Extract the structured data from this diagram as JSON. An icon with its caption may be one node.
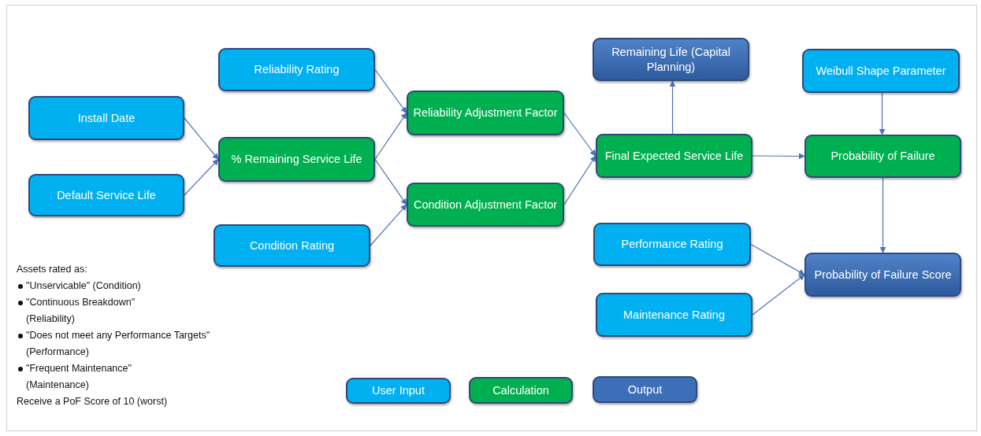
{
  "diagram": {
    "nodes": [
      {
        "text": [
          "Install Date"
        ]
      },
      {
        "text": [
          "Default Service Life"
        ]
      },
      {
        "text": [
          "Reliability Rating"
        ]
      },
      {
        "text": [
          "% Remaining Service Life"
        ]
      },
      {
        "text": [
          "Condition Rating"
        ]
      },
      {
        "text": [
          "Reliability Adjustment Factor"
        ]
      },
      {
        "text": [
          "Condition Adjustment Factor"
        ]
      },
      {
        "text": [
          "Remaining Life (Capital Planning)"
        ]
      },
      {
        "text": [
          "Final Expected Service Life"
        ]
      },
      {
        "text": [
          "Weibull Shape Parameter"
        ]
      },
      {
        "text": [
          "Probability of Failure"
        ]
      },
      {
        "text": [
          "Performance Rating"
        ]
      },
      {
        "text": [
          "Maintenance Rating"
        ]
      },
      {
        "text": [
          "Probability of Failure Score"
        ]
      }
    ],
    "edges": [
      {
        "from": 0,
        "to": 3,
        "arrow": "to"
      },
      {
        "from": 1,
        "to": 3,
        "arrow": "to"
      },
      {
        "from": 2,
        "to": 5,
        "arrow": "to"
      },
      {
        "from": 3,
        "to": 5,
        "arrow": "to"
      },
      {
        "from": 3,
        "to": 6,
        "arrow": "to"
      },
      {
        "from": 4,
        "to": 6,
        "arrow": "to"
      },
      {
        "from": 5,
        "to": 8,
        "arrow": "to"
      },
      {
        "from": 6,
        "to": 8,
        "arrow": "to"
      },
      {
        "from": 8,
        "to": 7,
        "arrow": "to"
      },
      {
        "from": 8,
        "to": 10,
        "arrow": "to"
      },
      {
        "from": 9,
        "to": 10,
        "arrow": "to"
      },
      {
        "from": 10,
        "to": 13,
        "arrow": "to"
      },
      {
        "from": 11,
        "to": 13,
        "arrow": "to"
      },
      {
        "from": 12,
        "to": 13,
        "arrow": "to"
      }
    ],
    "labels": [
      "Assets rated as:",
      "\"Unservicable\" (Condition)",
      "\"Continuous Breakdown\" (Reliability)",
      "\"Does not meet any Performance Targets\" (Performance)",
      "\"Frequent Maintenance\" (Maintenance)",
      "Receive a PoF Score of 10 (worst)"
    ],
    "legend": [
      {
        "text": "User Input",
        "color": "#00b0f0"
      },
      {
        "text": "Calculation",
        "color": "#00b050"
      },
      {
        "text": "Output",
        "color": "#3d6fb8"
      }
    ]
  }
}
